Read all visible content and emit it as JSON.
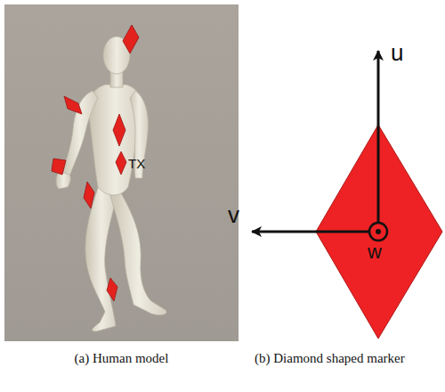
{
  "diagram": {
    "labels": [
      "TX",
      "u",
      "v",
      "w",
      "(a) Human model",
      "(b) Diamond shaped marker"
    ]
  }
}
